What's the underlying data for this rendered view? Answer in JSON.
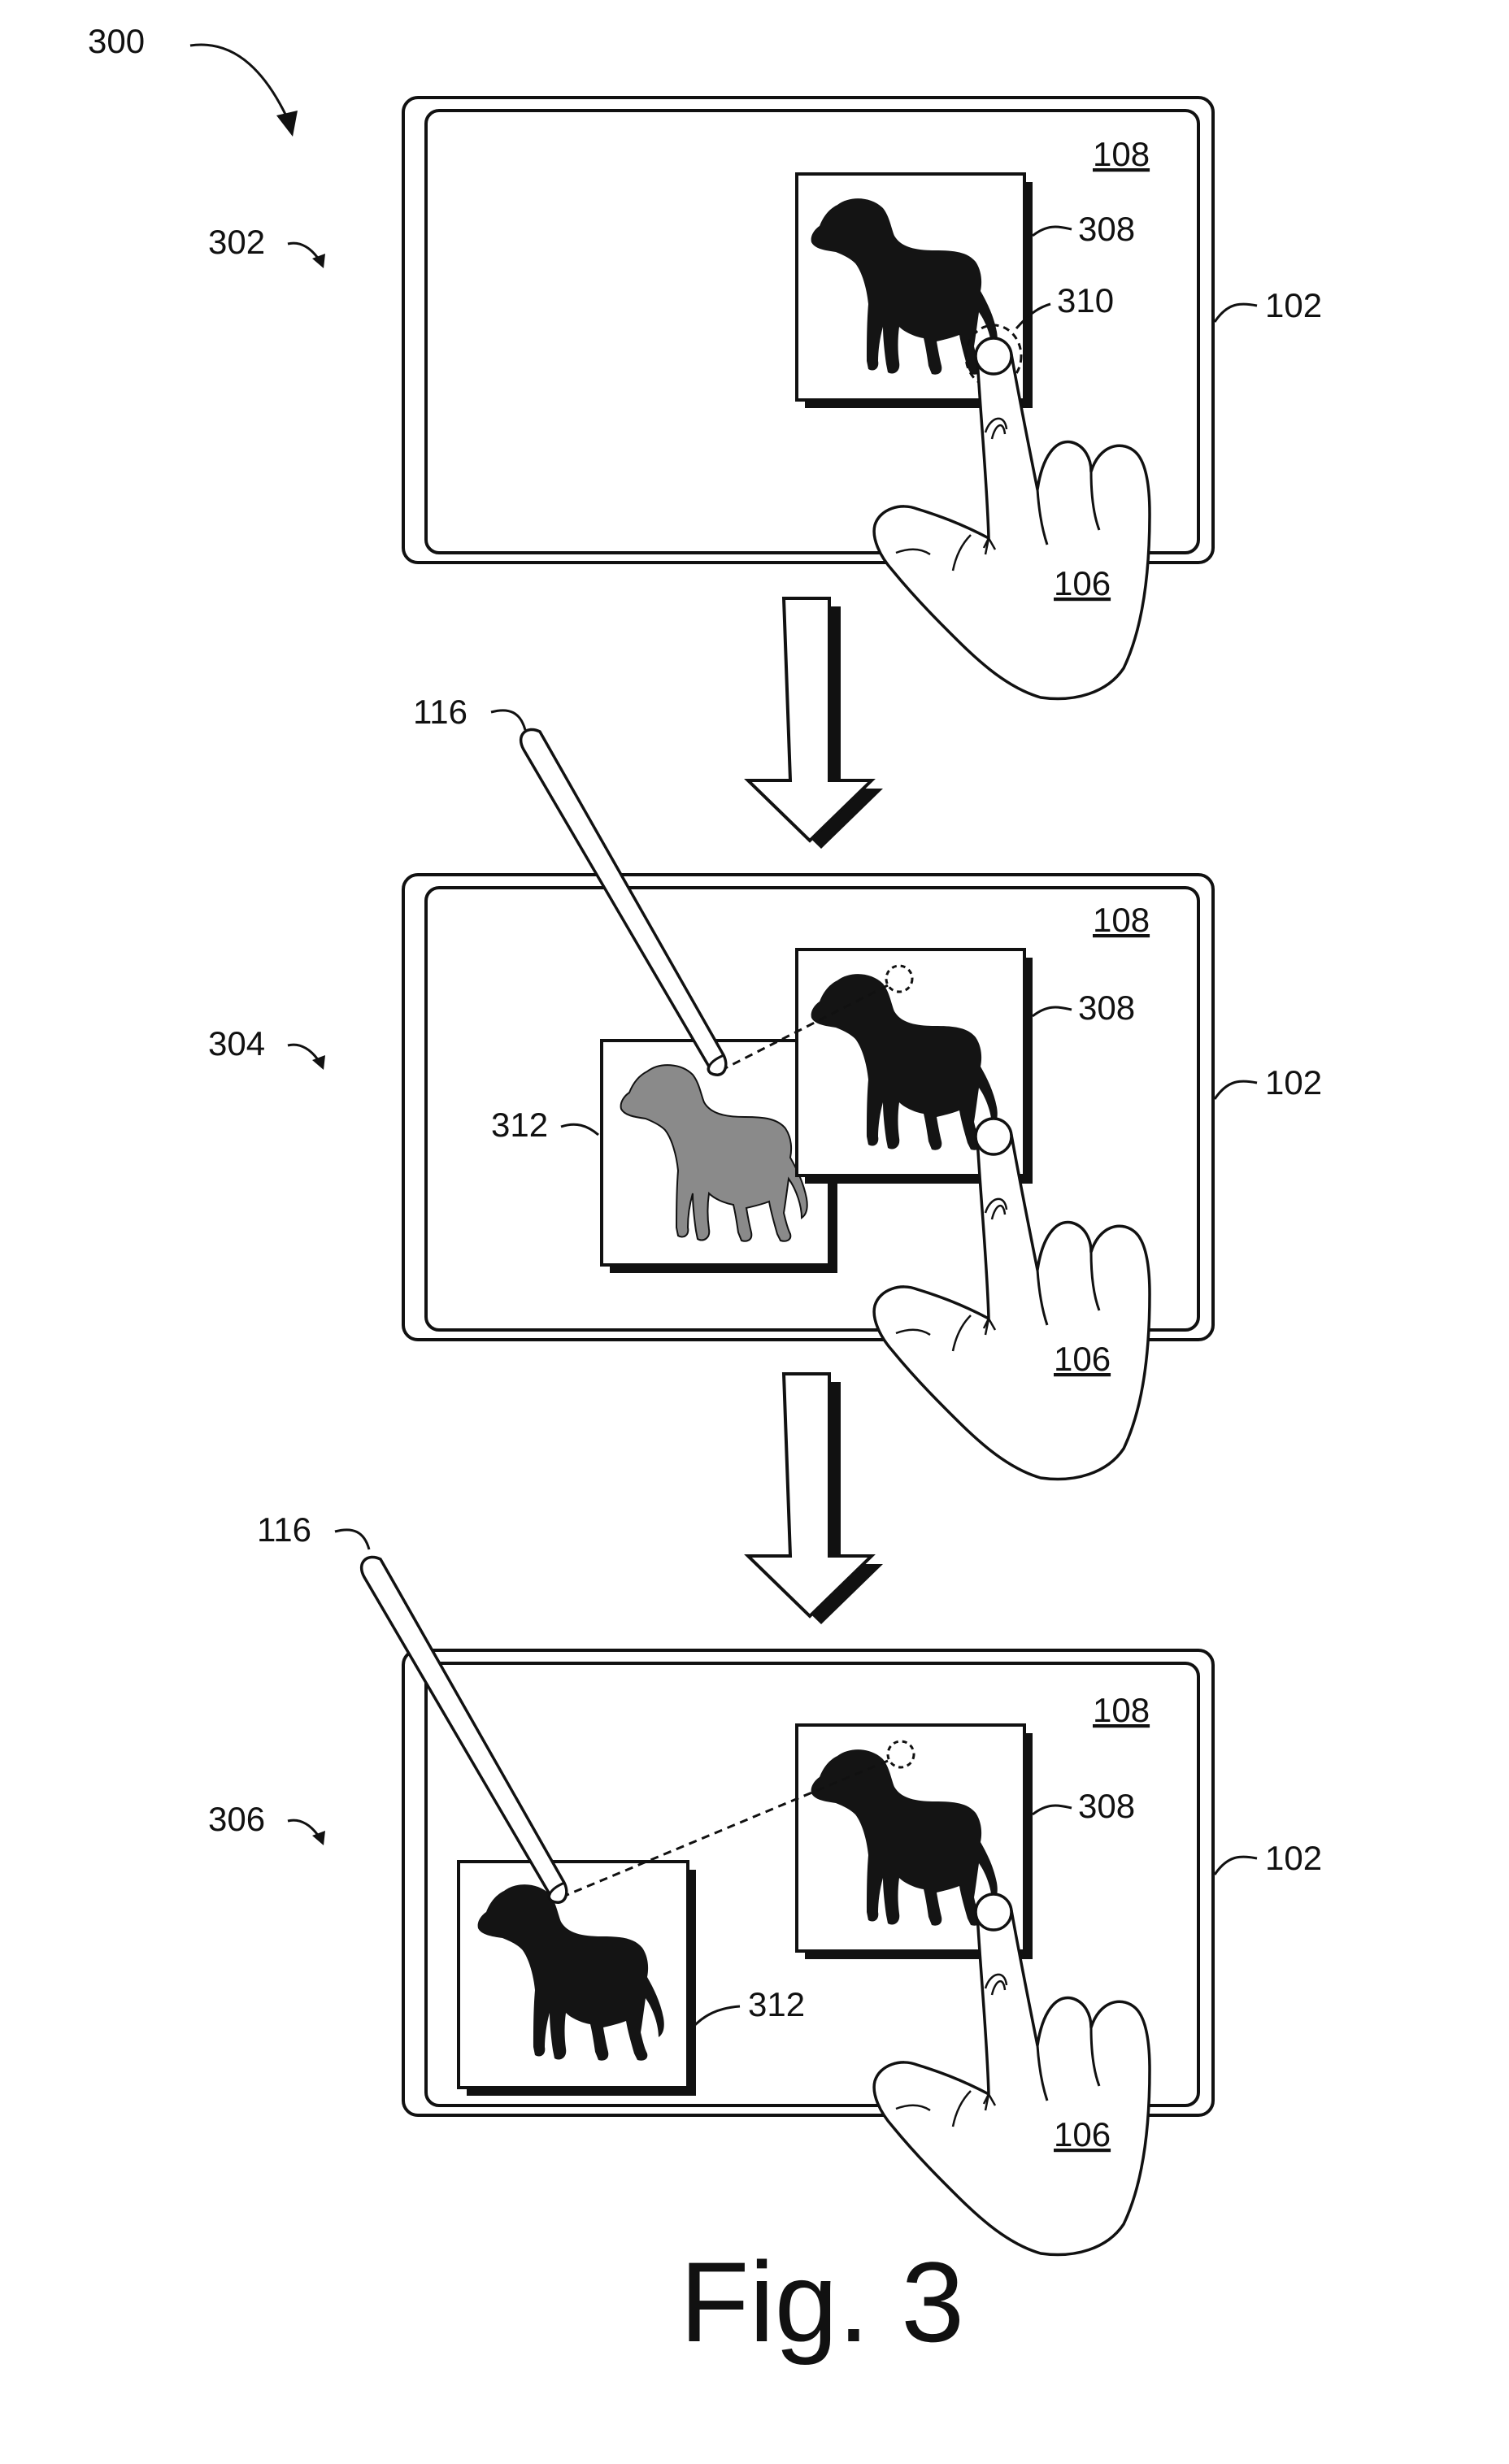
{
  "figure": {
    "caption": "Fig. 3",
    "ref_main": "300"
  },
  "panels": [
    {
      "ref": "302",
      "device": "102",
      "screen": "108",
      "hand": "106",
      "image_window": "308",
      "touch_point": "310"
    },
    {
      "ref": "304",
      "device": "102",
      "screen": "108",
      "hand": "106",
      "image_window": "308",
      "copy_window": "312",
      "stylus": "116"
    },
    {
      "ref": "306",
      "device": "102",
      "screen": "108",
      "hand": "106",
      "image_window": "308",
      "copy_window": "312",
      "stylus": "116"
    }
  ],
  "colors": {
    "ink": "#111111",
    "dog_dark": "#141414",
    "dog_gray": "#8a8a8a",
    "paper": "#ffffff"
  }
}
